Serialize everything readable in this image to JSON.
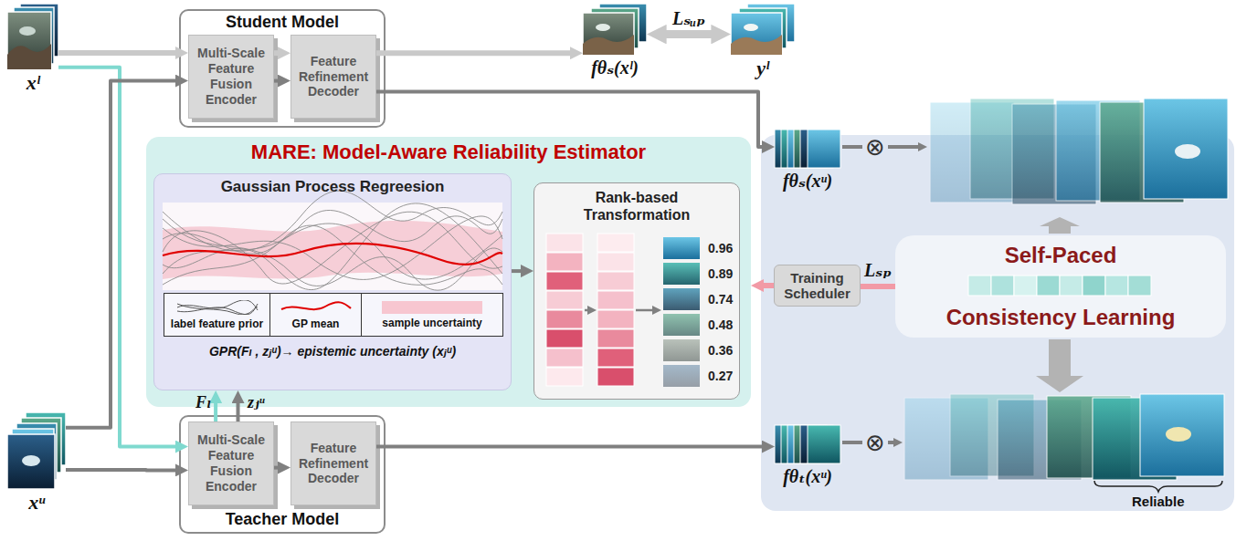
{
  "diagram": {
    "nodes": [
      {
        "text": [
          "xˡ"
        ]
      },
      {
        "text": [
          "Student Model"
        ]
      },
      {
        "text": [
          "Multi-Scale Feature Fusion Encoder"
        ],
        "in": 1
      },
      {
        "text": [
          "Feature Refinement Decoder"
        ],
        "in": 1
      },
      {
        "text": [
          "fθₛ(xˡ)"
        ]
      },
      {
        "text": [
          "yˡ"
        ]
      },
      {
        "text": [
          "MARE: Model-Aware Reliability Estimator"
        ]
      },
      {
        "text": [
          "Gaussian Process Regreesion",
          "GPR(Fₗ , zⱼᵘ)→ epistemic uncertainty (xⱼᵘ)"
        ],
        "in": 6
      },
      {
        "text": [
          "Rank-based Transformation"
        ],
        "in": 6
      },
      {
        "text": [
          "fθₛ(xᵘ)"
        ]
      },
      {
        "text": [
          "Training Scheduler"
        ]
      },
      {
        "text": [
          "Self-Paced",
          "Consistency Learning"
        ]
      },
      {
        "text": [
          "xᵘ"
        ]
      },
      {
        "text": [
          "Teacher Model"
        ]
      },
      {
        "text": [
          "Multi-Scale Feature Fusion Encoder"
        ],
        "in": 13
      },
      {
        "text": [
          "Feature Refinement Decoder"
        ],
        "in": 13
      },
      {
        "text": [
          "fθₜ(xᵘ)"
        ]
      }
    ],
    "edges": [
      {
        "from": 0,
        "to": 2,
        "arrow": "to"
      },
      {
        "from": 0,
        "to": 14,
        "arrow": "to"
      },
      {
        "from": 12,
        "to": 2,
        "arrow": "to"
      },
      {
        "from": 12,
        "to": 14,
        "arrow": "to"
      },
      {
        "from": 2,
        "to": 3,
        "arrow": "to"
      },
      {
        "from": 2,
        "to": 3,
        "arrow": "to"
      },
      {
        "from": 3,
        "to": 4,
        "arrow": "to"
      },
      {
        "from": 3,
        "to": 9,
        "arrow": "to"
      },
      {
        "from": 4,
        "to": 5,
        "label": "Lₛᵤₚ",
        "arrow": "both"
      },
      {
        "from": 14,
        "to": 7,
        "label": "Fₗ",
        "arrow": "to"
      },
      {
        "from": 14,
        "to": 7,
        "label": "zⱼᵘ",
        "arrow": "to"
      },
      {
        "from": 14,
        "to": 15,
        "arrow": "to"
      },
      {
        "from": 15,
        "to": 16,
        "arrow": "to"
      },
      {
        "from": 7,
        "to": 8,
        "arrow": "to"
      },
      {
        "from": 11,
        "to": 10,
        "label": "Lₛₚ",
        "arrow": "none"
      },
      {
        "from": 10,
        "to": 6,
        "arrow": "to"
      }
    ],
    "labels": [
      "⊗",
      "0.96",
      "0.89",
      "0.74",
      "0.48",
      "0.36",
      "0.27",
      "⊗",
      "Reliable"
    ],
    "legend": [
      {
        "text": "label feature prior"
      },
      {
        "text": "GP mean"
      },
      {
        "text": "sample uncertainty",
        "color": "#f7c6d0"
      }
    ]
  }
}
